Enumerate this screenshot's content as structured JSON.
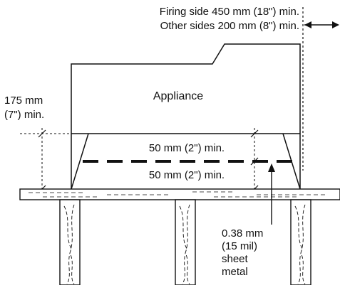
{
  "clearance_note": {
    "line1": "Firing side 450 mm (18\") min.",
    "line2": "Other sides 200 mm (8\") min."
  },
  "appliance_label": "Appliance",
  "height_note": {
    "line1": "175 mm",
    "line2": "(7\") min."
  },
  "upper_gap_label": "50 mm (2\") min.",
  "lower_gap_label": "50 mm (2\") min.",
  "shield_note": {
    "line1": "0.38 mm",
    "line2": "(15 mil)",
    "line3": "sheet",
    "line4": "metal"
  }
}
